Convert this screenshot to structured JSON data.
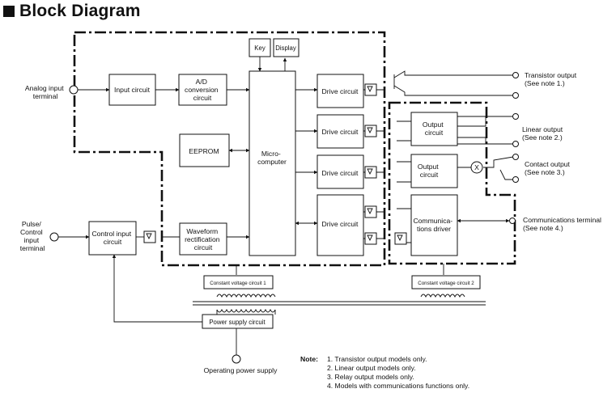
{
  "title": "Block Diagram",
  "terminals": {
    "analog_input": [
      "Analog input",
      "terminal"
    ],
    "pulse_control_input": [
      "Pulse/",
      "Control",
      "input",
      "terminal"
    ],
    "operating_power_supply": "Operating power supply"
  },
  "blocks": {
    "input_circuit": [
      "Input circuit"
    ],
    "ad_conversion": [
      "A/D",
      "conversion",
      "circuit"
    ],
    "key": [
      "Key"
    ],
    "display": [
      "Display"
    ],
    "eeprom": [
      "EEPROM"
    ],
    "microcomputer": [
      "Micro-",
      "computer"
    ],
    "drive_circuit": [
      "Drive circuit"
    ],
    "control_input_circuit": [
      "Control input",
      "circuit"
    ],
    "waveform_rectification": [
      "Waveform",
      "rectification",
      "circuit"
    ],
    "output_circuit_linear": [
      "Output",
      "circuit"
    ],
    "output_circuit_contact": [
      "Output",
      "circuit"
    ],
    "communications_driver": [
      "Communica-",
      "tions driver"
    ],
    "constant_voltage_1": [
      "Constant voltage circuit 1"
    ],
    "constant_voltage_2": [
      "Constant voltage circuit 2"
    ],
    "power_supply": [
      "Power supply circuit"
    ]
  },
  "outputs": {
    "transistor": [
      "Transistor output",
      "(See note 1.)"
    ],
    "linear": [
      "Linear output",
      "(See note 2.)"
    ],
    "contact": [
      "Contact output",
      "(See note 3.)"
    ],
    "communications": [
      "Communications terminal",
      "(See note 4.)"
    ]
  },
  "relay_symbol": "X",
  "notes": {
    "label": "Note:",
    "items": [
      "1.   Transistor output models only.",
      "2.   Linear output models only.",
      "3.   Relay output models only.",
      "4.   Models with communications functions only."
    ]
  }
}
